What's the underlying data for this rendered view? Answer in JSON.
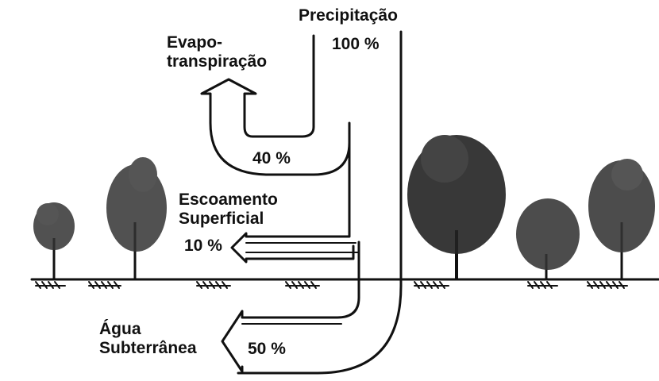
{
  "labels": {
    "precipitation": {
      "title": "Precipitação",
      "value": "100 %"
    },
    "evapotranspiration": {
      "line1": "Evapo-",
      "line2": "transpiração",
      "value": "40 %"
    },
    "runoff": {
      "line1": "Escoamento",
      "line2": "Superficial",
      "value": "10 %"
    },
    "groundwater": {
      "line1": "Água",
      "line2": "Subterrânea",
      "value": "50 %"
    }
  },
  "colors": {
    "ink": "#111111",
    "background": "#ffffff"
  }
}
